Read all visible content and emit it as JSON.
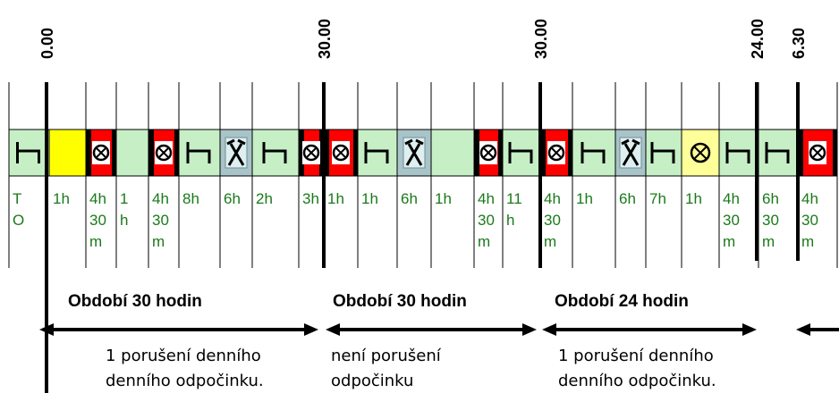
{
  "axis_times": [
    "0.00",
    "30.00",
    "30.00",
    "24.00",
    "6.30"
  ],
  "segments": [
    {
      "symbol": "rest",
      "color": "#c6efc6",
      "duration": [
        "T",
        "O"
      ]
    },
    {
      "symbol": "blank",
      "color": "#ffff00",
      "duration": [
        "1h"
      ]
    },
    {
      "symbol": "drive",
      "color": "#ff0000",
      "duration": [
        "4h",
        "30",
        "m"
      ]
    },
    {
      "symbol": "blank",
      "color": "#c6efc6",
      "duration": [
        "1",
        "h"
      ]
    },
    {
      "symbol": "drive",
      "color": "#ff0000",
      "duration": [
        "4h",
        "30",
        "m"
      ]
    },
    {
      "symbol": "rest",
      "color": "#c6efc6",
      "duration": [
        "8h"
      ]
    },
    {
      "symbol": "work",
      "color": "#a9c4c8",
      "duration": [
        "6h"
      ]
    },
    {
      "symbol": "rest",
      "color": "#c6efc6",
      "duration": [
        "2h"
      ]
    },
    {
      "symbol": "drive",
      "color": "#ff0000",
      "duration": [
        "3h"
      ]
    },
    {
      "symbol": "drive",
      "color": "#ff0000",
      "duration": [
        "1h"
      ]
    },
    {
      "symbol": "rest",
      "color": "#c6efc6",
      "duration": [
        "1h"
      ]
    },
    {
      "symbol": "work",
      "color": "#a9c4c8",
      "duration": [
        "6h"
      ]
    },
    {
      "symbol": "blank",
      "color": "#c6efc6",
      "duration": [
        "1h"
      ]
    },
    {
      "symbol": "drive",
      "color": "#ff0000",
      "duration": [
        "4h",
        "30",
        "m"
      ]
    },
    {
      "symbol": "rest",
      "color": "#c6efc6",
      "duration": [
        "11",
        "h"
      ]
    },
    {
      "symbol": "drive",
      "color": "#ff0000",
      "duration": [
        "4h",
        "30",
        "m"
      ]
    },
    {
      "symbol": "rest",
      "color": "#c6efc6",
      "duration": [
        "1h"
      ]
    },
    {
      "symbol": "work",
      "color": "#a9c4c8",
      "duration": [
        "6h"
      ]
    },
    {
      "symbol": "rest",
      "color": "#c6efc6",
      "duration": [
        "7h"
      ]
    },
    {
      "symbol": "available",
      "color": "#ffff99",
      "duration": [
        "1h"
      ]
    },
    {
      "symbol": "rest",
      "color": "#c6efc6",
      "duration": [
        "4h",
        "30",
        "m"
      ]
    },
    {
      "symbol": "rest",
      "color": "#c6efc6",
      "duration": [
        "6h",
        "30",
        "m"
      ]
    },
    {
      "symbol": "drive",
      "color": "#ff0000",
      "duration": [
        "4h",
        "30",
        "m"
      ]
    }
  ],
  "periods": [
    {
      "label": "Období 30 hodin",
      "note": [
        "1 porušení denního",
        "denního odpočinku."
      ]
    },
    {
      "label": "Období 30 hodin",
      "note": [
        "není porušení",
        "odpočinku"
      ]
    },
    {
      "label": "Období 24 hodin",
      "note": [
        "1 porušení denního",
        "denního odpočinku."
      ]
    }
  ]
}
